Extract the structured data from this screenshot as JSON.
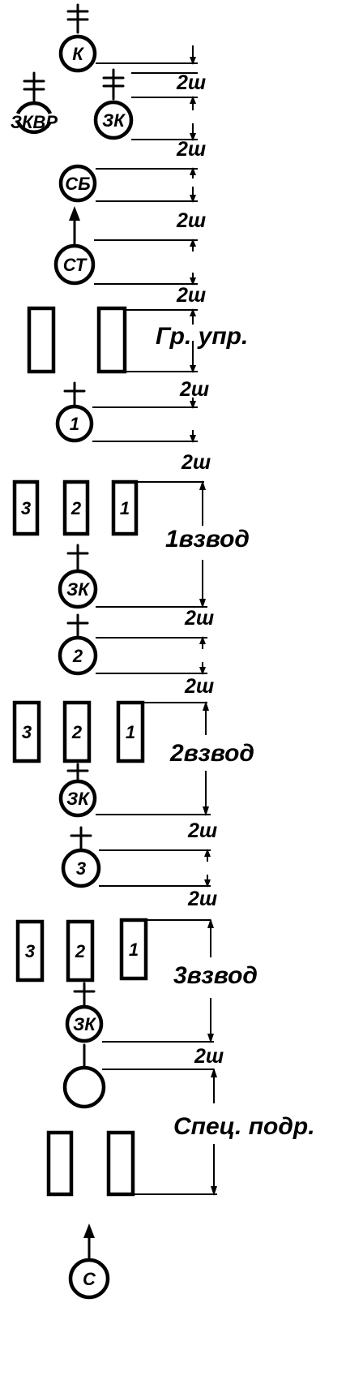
{
  "posts": [
    {
      "key": "k",
      "label": "К"
    },
    {
      "key": "zkvr",
      "label": "ЗКВР"
    },
    {
      "key": "zk0",
      "label": "ЗК"
    },
    {
      "key": "sb",
      "label": "СБ"
    },
    {
      "key": "st",
      "label": "СТ"
    },
    {
      "key": "p1",
      "label": "1"
    },
    {
      "key": "zk1",
      "label": "ЗК"
    },
    {
      "key": "p2",
      "label": "2"
    },
    {
      "key": "zk2",
      "label": "ЗК"
    },
    {
      "key": "p3",
      "label": "3"
    },
    {
      "key": "zk3",
      "label": "ЗК"
    },
    {
      "key": "blank",
      "label": ""
    },
    {
      "key": "s",
      "label": "С"
    }
  ],
  "vehicle_labels": [
    "3",
    "2",
    "1"
  ],
  "gap_label": "2ш",
  "sections": {
    "control": "Гр. упр.",
    "platoon1": "1взвод",
    "platoon2": "2взвод",
    "platoon3": "3взвод",
    "special": "Спец. подр."
  },
  "colors": {
    "ink": "#000000",
    "background": "#ffffff"
  }
}
